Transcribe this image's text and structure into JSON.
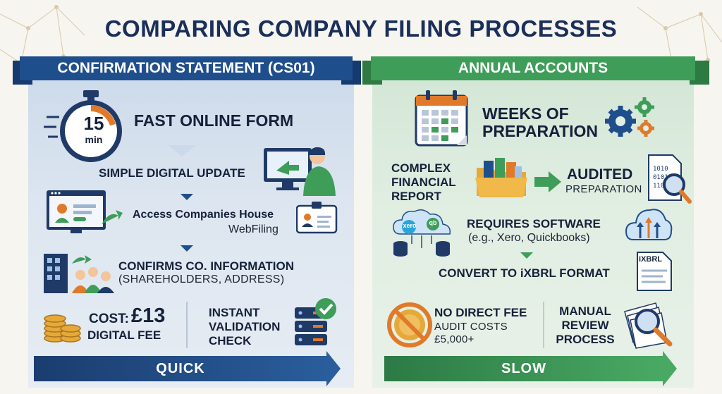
{
  "title": "COMPARING COMPANY FILING PROCESSES",
  "left": {
    "ribbon": "CONFIRMATION STATEMENT (CS01)",
    "timer": {
      "number": "15",
      "unit": "min"
    },
    "headline": "FAST ONLINE FORM",
    "step1": "SIMPLE DIGITAL UPDATE",
    "step2_line1": "Access Companies House",
    "step2_line2": "WebFiling",
    "step3_line1": "CONFIRMS CO. INFORMATION",
    "step3_line2": "(SHAREHOLDERS, ADDRESS)",
    "cost_label": "COST:",
    "cost_value": "£13",
    "cost_sub": "DIGITAL FEE",
    "validation_line1": "INSTANT",
    "validation_line2": "VALIDATION",
    "validation_line3": "CHECK",
    "bottom": "QUICK"
  },
  "right": {
    "ribbon": "ANNUAL ACCOUNTS",
    "headline_line1": "WEEKS OF",
    "headline_line2": "PREPARATION",
    "complex_line1": "COMPLEX",
    "complex_line2": "FINANCIAL",
    "complex_line3": "REPORT",
    "audited": "AUDITED",
    "audited_sub": "PREPARATION",
    "xero_logo": "xero",
    "qb_logo": "qb",
    "software_line1": "REQUIRES SOFTWARE",
    "software_line2": "(e.g., Xero, Quickbooks)",
    "convert": "CONVERT TO iXBRL FORMAT",
    "ixbrl_doc": "iXBRL",
    "fee_line1": "NO DIRECT FEE",
    "fee_line2": "AUDIT COSTS",
    "fee_line3": "£5,000+",
    "manual_line1": "MANUAL",
    "manual_line2": "REVIEW",
    "manual_line3": "PROCESS",
    "bottom": "SLOW"
  },
  "colors": {
    "blue": "#1f4e8c",
    "green": "#3e9d58",
    "orange": "#e07a2a"
  }
}
